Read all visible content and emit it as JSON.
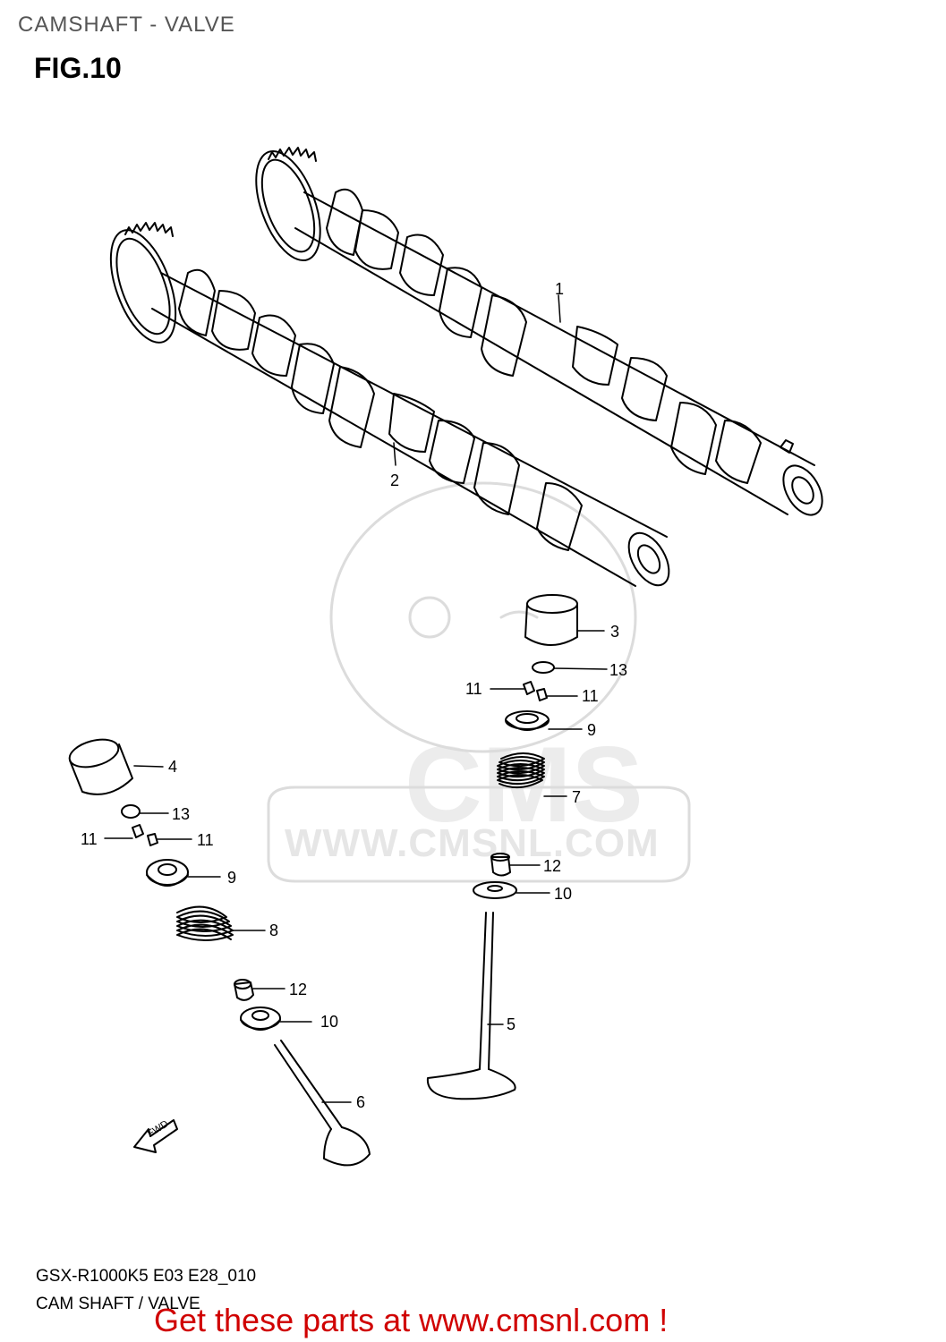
{
  "header": {
    "title": "CAMSHAFT - VALVE"
  },
  "figure": {
    "label": "FIG.10"
  },
  "watermark": {
    "logo": "CMS",
    "url": "WWW.CMSNL.COM"
  },
  "direction_marker": {
    "text": "FWD"
  },
  "callouts": [
    {
      "id": "c1",
      "text": "1"
    },
    {
      "id": "c2",
      "text": "2"
    },
    {
      "id": "c3",
      "text": "3"
    },
    {
      "id": "c13a",
      "text": "13"
    },
    {
      "id": "c11a",
      "text": "11"
    },
    {
      "id": "c11b",
      "text": "11"
    },
    {
      "id": "c9a",
      "text": "9"
    },
    {
      "id": "c7",
      "text": "7"
    },
    {
      "id": "c12a",
      "text": "12"
    },
    {
      "id": "c10a",
      "text": "10"
    },
    {
      "id": "c5",
      "text": "5"
    },
    {
      "id": "c4",
      "text": "4"
    },
    {
      "id": "c13b",
      "text": "13"
    },
    {
      "id": "c11c",
      "text": "11"
    },
    {
      "id": "c11d",
      "text": "11"
    },
    {
      "id": "c9b",
      "text": "9"
    },
    {
      "id": "c8",
      "text": "8"
    },
    {
      "id": "c12b",
      "text": "12"
    },
    {
      "id": "c10b",
      "text": "10"
    },
    {
      "id": "c6",
      "text": "6"
    }
  ],
  "footer": {
    "code": "GSX-R1000K5 E03 E28_010",
    "description": "CAM SHAFT / VALVE",
    "cta": "Get these parts at www.cmsnl.com !"
  }
}
